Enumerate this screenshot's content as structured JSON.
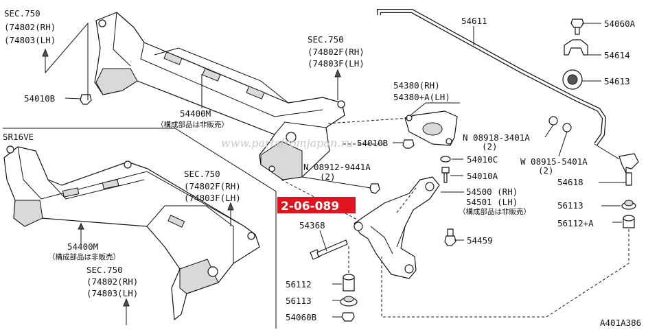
{
  "callout_badge": "2-06-089",
  "watermark": "www.partsfromjapan.ru",
  "drawing_code": "A401A386",
  "variant_label": "SR16VE",
  "labels": {
    "sec750_a": [
      "SEC.750",
      "(74802(RH)",
      "(74803(LH)"
    ],
    "bolt_54010b_top": "54010B",
    "member_top": "54400M",
    "member_top_note": "（構成部品は非販売）",
    "sec750_b": [
      "SEC.750",
      "(74802F(RH)",
      "(74803F(LH)"
    ],
    "bracket_rh_lh": [
      "54380(RH)",
      "54380+A(LH)"
    ],
    "bolt_54010b_mid": "54010B",
    "washer_08918": [
      "N 08918-3401A",
      "(2)"
    ],
    "nut_08912": [
      "N 08912-9441A",
      "(2)"
    ],
    "bolt_54010c": "54010C",
    "bolt_54010a": "54010A",
    "washer_08915": [
      "W 08915-5401A",
      "(2)"
    ],
    "stabilizer": "54611",
    "bolt_54060a_top": "54060A",
    "clamp": "54614",
    "bushing": "54613",
    "link": "54618",
    "insulator_56113_r": "56113",
    "bush_56112a": "56112+A",
    "arm_rh": "54500 (RH)",
    "arm_lh": "54501 (LH)",
    "arm_note": "（構成部品は非販売）",
    "bolt_54459": "54459",
    "bolt_54368": "54368",
    "sec750_c": [
      "SEC.750",
      "(74802F(RH)",
      "(74803F(LH)"
    ],
    "member_bottom": "54400M",
    "member_bottom_note": "（構成部品は非販売）",
    "sec750_d": [
      "SEC.750",
      "(74802(RH)",
      "(74803(LH)"
    ],
    "bush_56112": "56112",
    "insulator_56113": "56113",
    "nut_54060b": "54060B"
  }
}
